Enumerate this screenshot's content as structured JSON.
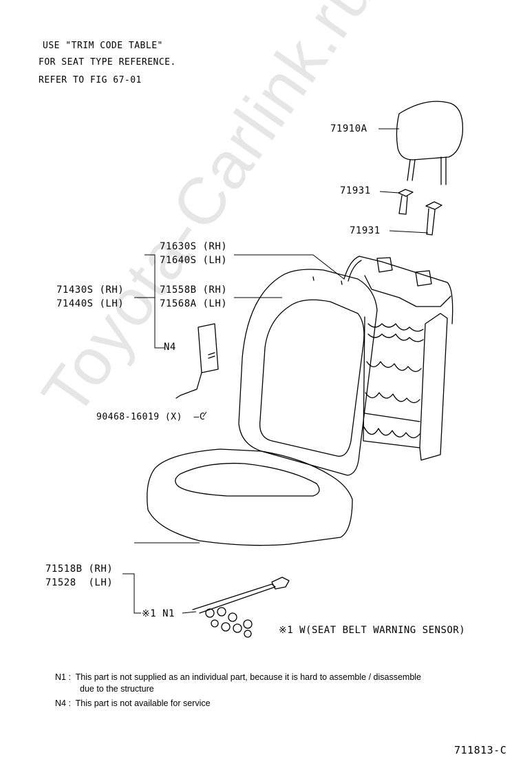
{
  "header_notes": {
    "line1": "USE \"TRIM CODE TABLE\"",
    "line2": "FOR SEAT TYPE REFERENCE.",
    "line3": "REFER TO FIG 67-01"
  },
  "watermark": "Toyota-Carlink.ru",
  "parts": {
    "headrest": "71910A",
    "headrest_support_upper": "71931",
    "headrest_support_lower": "71931",
    "back_cover_rh": "71630S (RH)",
    "back_cover_lh": "71640S (LH)",
    "back_assembly_rh": "71430S (RH)",
    "back_assembly_lh": "71440S (LH)",
    "back_pad_rh": "71558B (RH)",
    "back_pad_lh": "71568A (LH)",
    "airbag": "N4",
    "bolt": "90468-16019 (X)  —C",
    "cushion_rh": "71518B (RH)",
    "cushion_lh": "71528  (LH)",
    "sensor": "※1 N1"
  },
  "sensor_note": "※1 W(SEAT BELT WARNING SENSOR)",
  "footnotes": {
    "n1_line1": "N1 :  This part is not supplied as an individual part, because it is hard to assemble / disassemble",
    "n1_line2": "due to the structure",
    "n4": "N4 :  This part is not available for service"
  },
  "figure_code": "711813-C"
}
